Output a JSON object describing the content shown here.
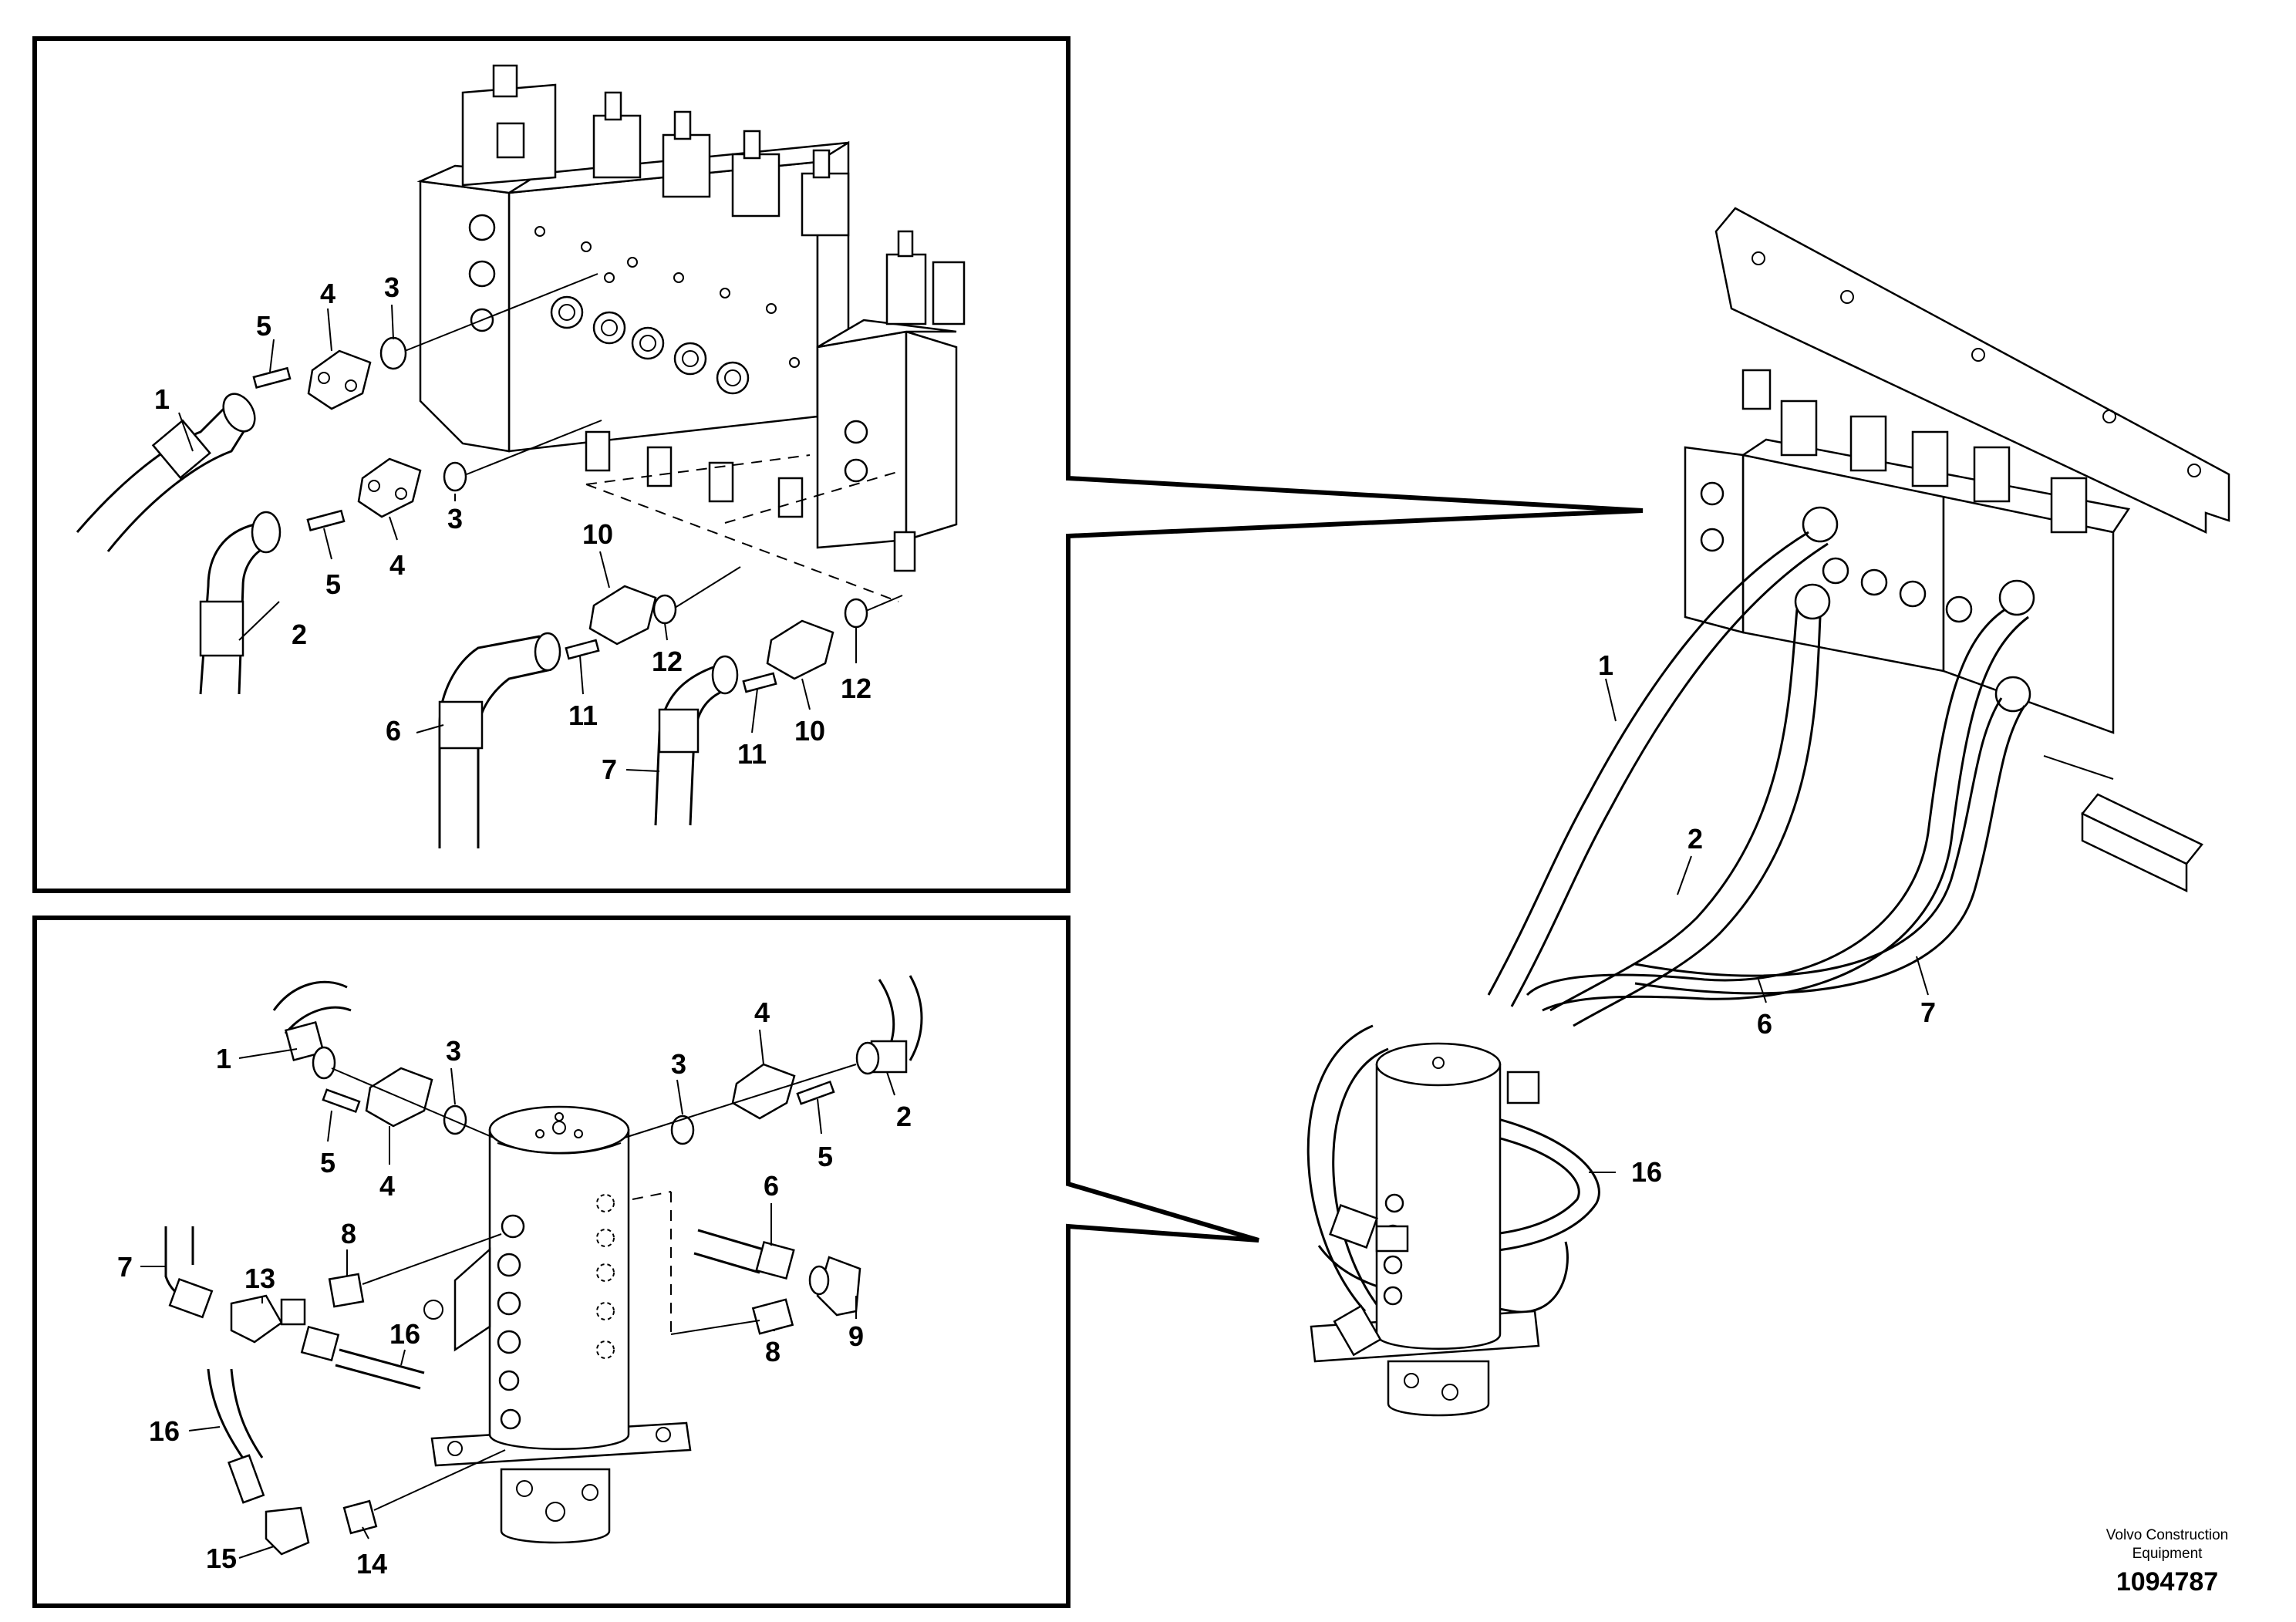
{
  "footer": {
    "brand_line1": "Volvo Construction",
    "brand_line2": "Equipment",
    "document_number": "1094787"
  },
  "top_detail": {
    "callouts": [
      {
        "label": "1"
      },
      {
        "label": "2"
      },
      {
        "label": "3"
      },
      {
        "label": "3"
      },
      {
        "label": "4"
      },
      {
        "label": "4"
      },
      {
        "label": "5"
      },
      {
        "label": "5"
      },
      {
        "label": "6"
      },
      {
        "label": "7"
      },
      {
        "label": "10"
      },
      {
        "label": "10"
      },
      {
        "label": "11"
      },
      {
        "label": "11"
      },
      {
        "label": "12"
      },
      {
        "label": "12"
      }
    ]
  },
  "bottom_detail": {
    "callouts": [
      {
        "label": "1"
      },
      {
        "label": "2"
      },
      {
        "label": "3"
      },
      {
        "label": "3"
      },
      {
        "label": "4"
      },
      {
        "label": "4"
      },
      {
        "label": "5"
      },
      {
        "label": "5"
      },
      {
        "label": "6"
      },
      {
        "label": "7"
      },
      {
        "label": "8"
      },
      {
        "label": "8"
      },
      {
        "label": "9"
      },
      {
        "label": "13"
      },
      {
        "label": "14"
      },
      {
        "label": "15"
      },
      {
        "label": "16"
      },
      {
        "label": "16"
      }
    ]
  },
  "overview": {
    "callouts": [
      {
        "label": "1"
      },
      {
        "label": "2"
      },
      {
        "label": "6"
      },
      {
        "label": "7"
      },
      {
        "label": "16"
      }
    ]
  }
}
